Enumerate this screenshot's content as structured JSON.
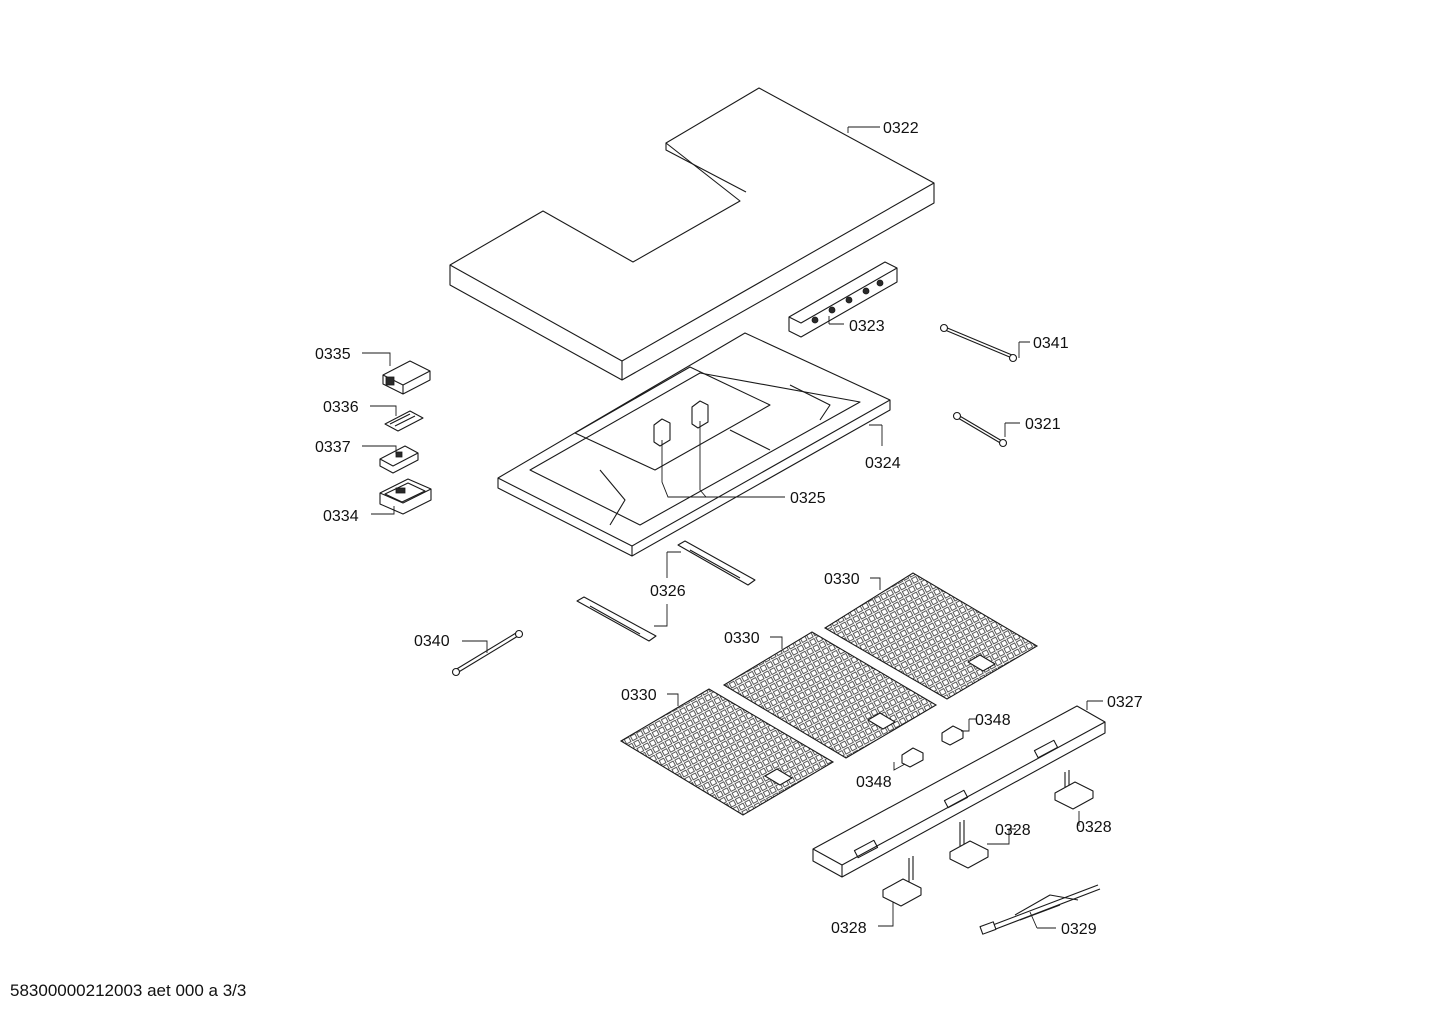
{
  "labels": {
    "l0322": "0322",
    "l0323": "0323",
    "l0341": "0341",
    "l0335": "0335",
    "l0336": "0336",
    "l0337": "0337",
    "l0334": "0334",
    "l0321": "0321",
    "l0324": "0324",
    "l0325": "0325",
    "l0326": "0326",
    "l0340": "0340",
    "l0330a": "0330",
    "l0330b": "0330",
    "l0330c": "0330",
    "l0327": "0327",
    "l0348a": "0348",
    "l0348b": "0348",
    "l0328a": "0328",
    "l0328b": "0328",
    "l0328c": "0328",
    "l0329": "0329"
  },
  "footer": {
    "document_id": "58300000212003 aet 000 a 3/3"
  }
}
